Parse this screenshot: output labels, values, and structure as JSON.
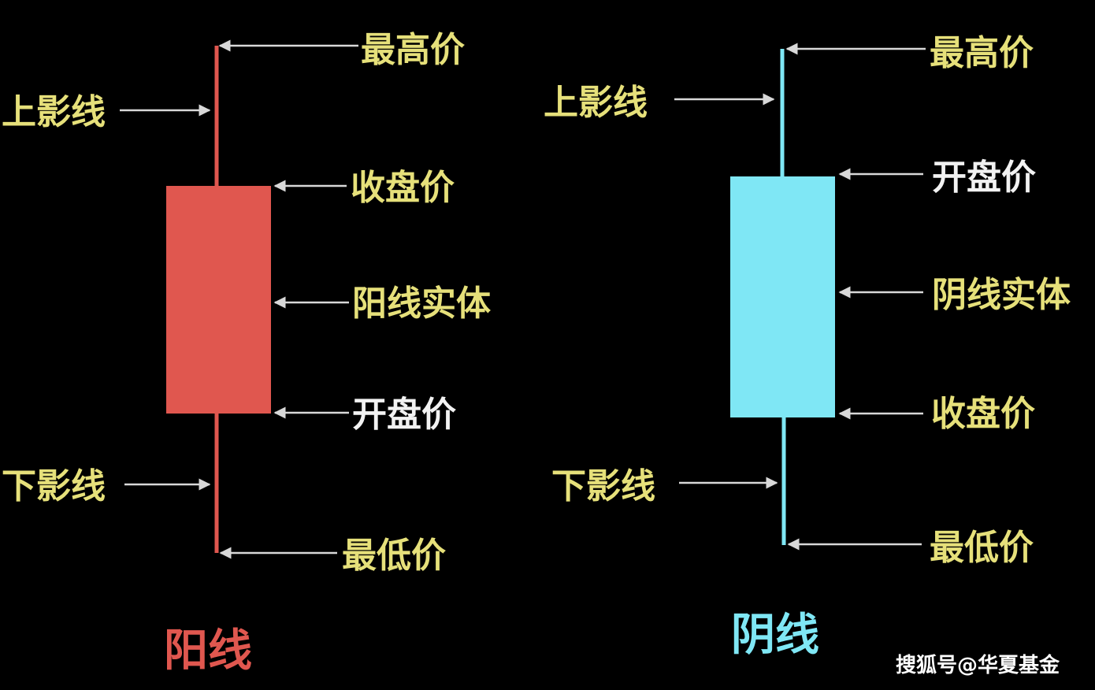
{
  "colors": {
    "background": "#000000",
    "yang": "#e0574f",
    "yin": "#7fe7f5",
    "label_yellow": "#e6e07a",
    "label_white": "#f2f2f2",
    "arrow": "#d8d8d8"
  },
  "yang_candle": {
    "title": "阳线",
    "labels": {
      "high": "最高价",
      "upper_shadow": "上影线",
      "close": "收盘价",
      "body": "阳线实体",
      "open": "开盘价",
      "lower_shadow": "下影线",
      "low": "最低价"
    }
  },
  "yin_candle": {
    "title": "阴线",
    "labels": {
      "high": "最高价",
      "upper_shadow": "上影线",
      "open": "开盘价",
      "body": "阴线实体",
      "close": "收盘价",
      "lower_shadow": "下影线",
      "low": "最低价"
    }
  },
  "watermark": "搜狐号@华夏基金"
}
